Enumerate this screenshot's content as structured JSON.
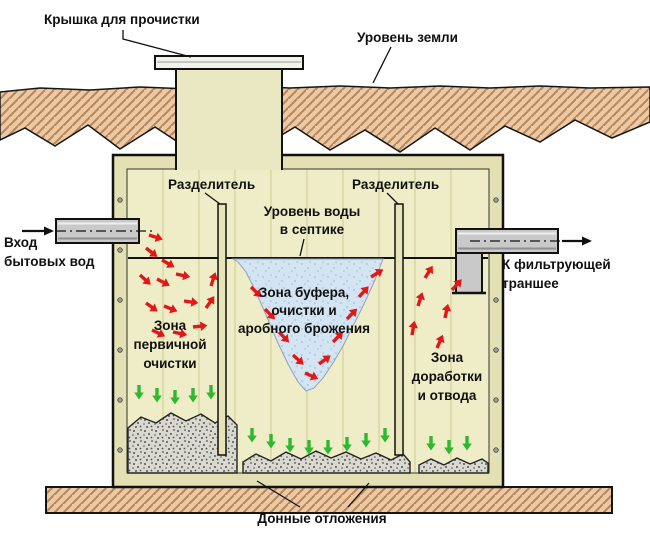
{
  "diagram": {
    "labels": {
      "cover": "Крышка для прочистки",
      "ground_level": "Уровень земли",
      "divider_left": "Разделитель",
      "divider_right": "Разделитель",
      "water_level_1": "Уровень воды",
      "water_level_2": "в септике",
      "inlet_1": "Вход",
      "inlet_2": "бытовых вод",
      "outlet_1": "К фильтрующей",
      "outlet_2": "траншее",
      "buffer_zone_1": "Зона буфера,",
      "buffer_zone_2": "очистки и",
      "buffer_zone_3": "аробного брожения",
      "primary_zone_1": "Зона",
      "primary_zone_2": "первичной",
      "primary_zone_3": "очистки",
      "final_zone_1": "Зона",
      "final_zone_2": "доработки",
      "final_zone_3": "и отвода",
      "sediment": "Донные отложения"
    },
    "colors": {
      "ground_fill": "#ecc9a3",
      "ground_hatch": "#b5855c",
      "tank_wall": "#e3e0b4",
      "tank_interior": "#efedc7",
      "riser_fill": "#eae8c2",
      "lid_fill": "#f2f2ec",
      "baffle_fill": "#e6e3b8",
      "water_fill": "#d3e5f2",
      "water_dot": "#a4bdd6",
      "sediment_fill": "#d9d9d1",
      "sediment_dot": "#55554d",
      "pipe_fill": "#c9c9c9",
      "flow_arrow": "#e01818",
      "settle_arrow": "#2db82d",
      "outline": "#151515"
    }
  }
}
